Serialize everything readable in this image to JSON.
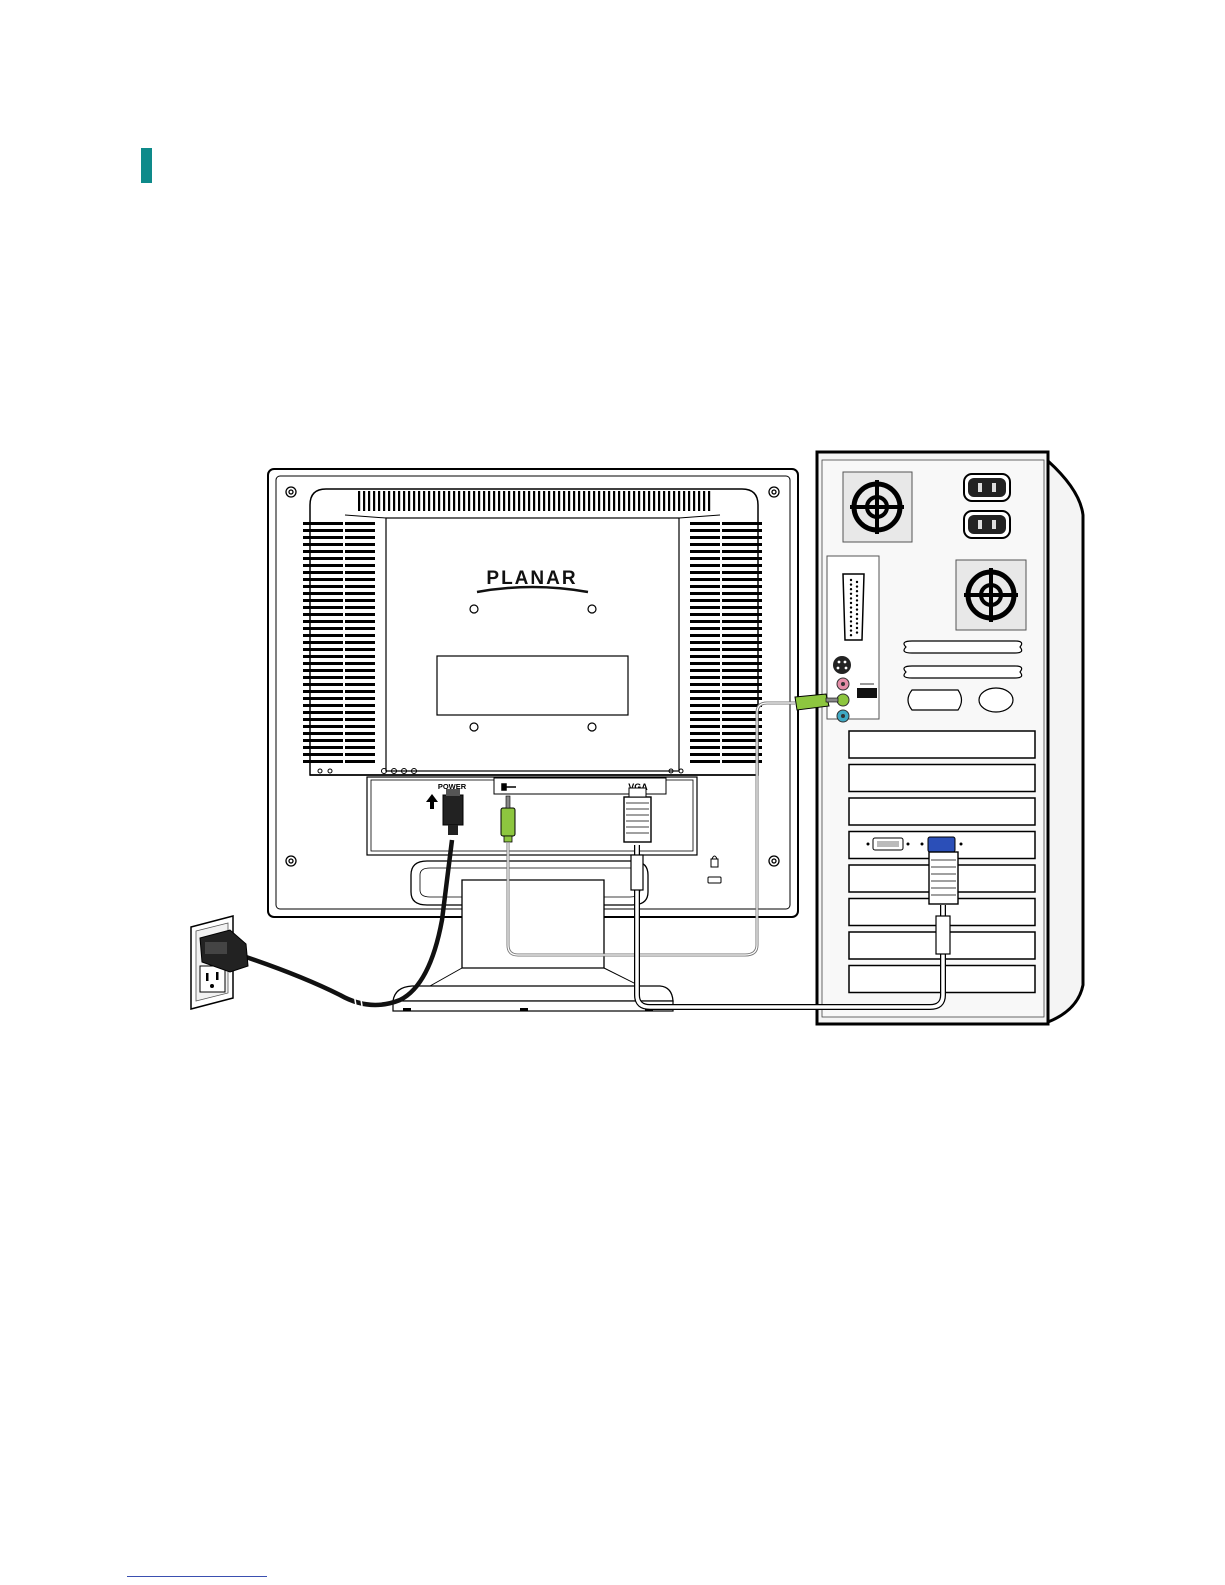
{
  "page": {
    "accent_color": "#0e8a8a",
    "footer_rule_color": "#3a4fb0"
  },
  "diagram": {
    "monitor_brand": "PLANAR",
    "port_labels": {
      "power": "POWER",
      "vga": "VGA"
    },
    "icons": {
      "audio_in": "audio-in-icon",
      "power_arrow": "up-arrow-icon",
      "lock": "kensington-lock-icon"
    },
    "cable_colors": {
      "audio": "#8dc63f",
      "power": "#000000",
      "vga": "#ffffff"
    }
  }
}
